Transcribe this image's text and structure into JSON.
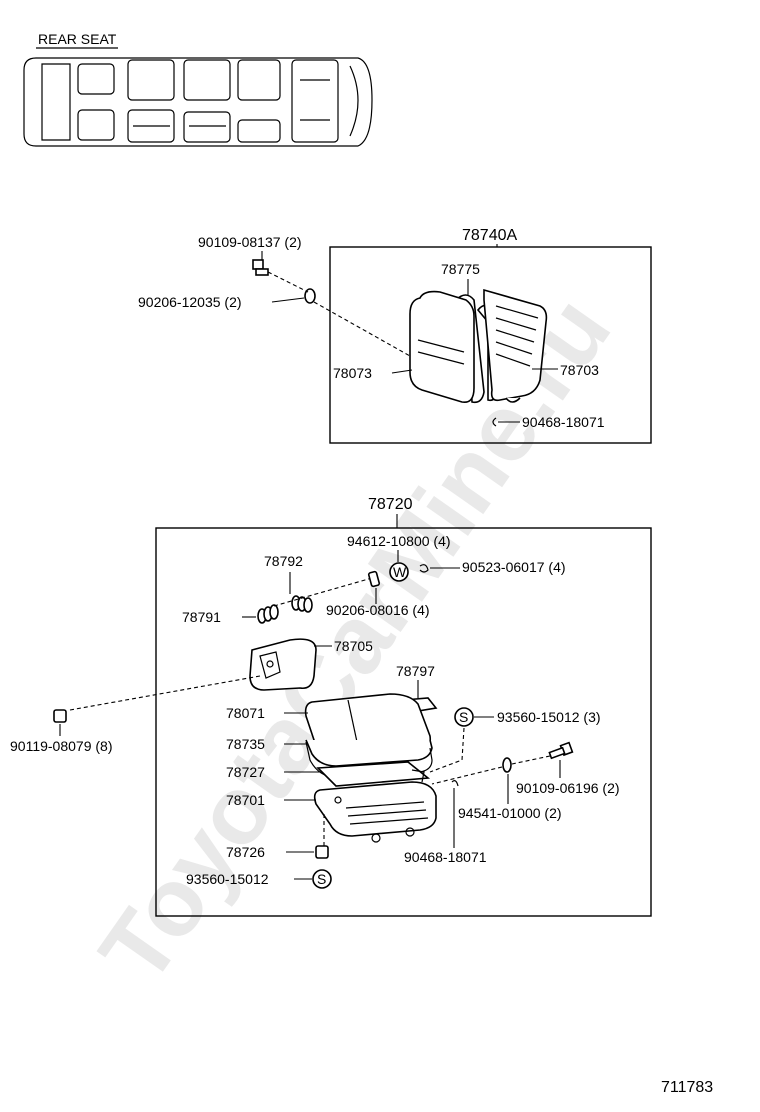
{
  "header": {
    "section_label": "REAR SEAT"
  },
  "watermark": "ToyotaCarMine.ru",
  "diagram_id": "711783",
  "groups": {
    "seatback": {
      "assembly_label": "78740A",
      "callouts": {
        "bolt": "90109-08137 (2)",
        "washer": "90206-12035 (2)",
        "cushion_pad": "78775",
        "cover": "78073",
        "frame": "78703",
        "clip": "90468-18071"
      }
    },
    "cushion": {
      "assembly_label": "78720",
      "callouts": {
        "washer_plate": "94612-10800 (4)",
        "washer_symbol": "W",
        "clip_small": "90523-06017 (4)",
        "spring_a": "78792",
        "spring_b": "78791",
        "washer_b": "90206-08016 (4)",
        "hinge_bracket": "78705",
        "plate": "78797",
        "nut": "90119-08079 (8)",
        "cover": "78071",
        "pad": "78735",
        "sub_pad": "78727",
        "frame": "78701",
        "screw_s": "93560-15012 (3)",
        "screw_symbol": "S",
        "bolt_b": "90109-06196 (2)",
        "nut_b": "94541-01000 (2)",
        "clip_b": "90468-18071",
        "stopper": "78726",
        "screw_single": "93560-15012",
        "screw_symbol_2": "S"
      }
    }
  }
}
